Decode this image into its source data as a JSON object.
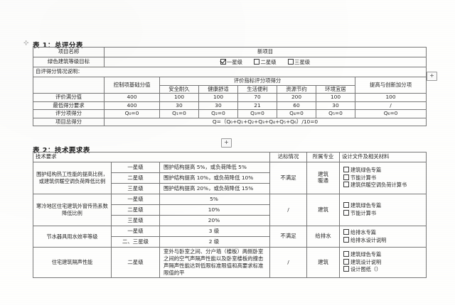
{
  "document": {
    "table1": {
      "title": "表 1：总评分表",
      "rows": {
        "project_name_label": "项目名称",
        "project_name_value": "新项目",
        "grade_goal_label": "绿色建筑等级目标",
        "grade_options": [
          {
            "label": "一星级",
            "checked": true
          },
          {
            "label": "二星级",
            "checked": false
          },
          {
            "label": "三星级",
            "checked": false
          }
        ],
        "self_eval_note": "自评得分情况说明："
      },
      "headers": {
        "control_base": "控制项基础分值",
        "eval_group": "评价指标评分项得分",
        "bonus": "提高与创新加分项",
        "categories": [
          "安全耐久",
          "健康舒适",
          "生活便利",
          "资源节约",
          "环境宜居"
        ]
      },
      "data_rows": [
        {
          "label": "评价满分值",
          "control": "400",
          "values": [
            "100",
            "100",
            "70",
            "200",
            "100"
          ],
          "bonus": "100"
        },
        {
          "label": "最低得分要求",
          "control": "400",
          "values": [
            "30",
            "30",
            "21",
            "60",
            "30"
          ],
          "bonus": "/"
        },
        {
          "label": "评分项得分",
          "control": "Q₀=0",
          "values": [
            "Q₁=0",
            "Q₂=0",
            "Q₃=0",
            "Q₄=0",
            "Q₅=0"
          ],
          "bonus": "Q₆=0"
        }
      ],
      "total_row": {
        "label": "项目总得分",
        "formula": "Q=（Q₀+Q₁+Q₂+Q₃+Q₄+Q₅+Q₆）/10=0"
      }
    },
    "table2": {
      "title": "表 2：技术要求表",
      "headers": {
        "tech_req": "技术要求",
        "status": "达标情况",
        "major": "所属专业",
        "materials": "设计文件及相关材料"
      },
      "groups": [
        {
          "name": "围护结构热工性能的提高比例，或建筑供暖空调负荷降低比例",
          "levels": [
            {
              "star": "一星级",
              "desc": "围护结构提高 5%，或负荷降低 5%"
            },
            {
              "star": "二星级",
              "desc": "围护结构提高 10%，或负荷降低 10%"
            },
            {
              "star": "三星级",
              "desc": "围护结构提高 20%，或负荷降低 15%"
            }
          ],
          "status": "不满足",
          "major": "建筑\n暖通",
          "major_lines": [
            "建筑",
            "暖通"
          ],
          "materials": [
            "建筑绿色专篇",
            "节能计算书",
            "建筑供暖空调负荷计算书"
          ]
        },
        {
          "name": "寒冷地区住宅建筑外窗传热系数降低比例",
          "levels": [
            {
              "star": "一星级",
              "desc": "5%"
            },
            {
              "star": "二星级",
              "desc": "10%"
            },
            {
              "star": "三星级",
              "desc": "20%"
            }
          ],
          "status": "/",
          "major_lines": [
            "建筑"
          ],
          "materials": [
            "建筑绿色专篇",
            "节能计算书"
          ]
        },
        {
          "name": "节水器具用水效率等级",
          "levels": [
            {
              "star": "一星级",
              "desc": "3 级"
            },
            {
              "star": "二、三星级",
              "desc": "2 级"
            }
          ],
          "status": "不满足",
          "major_lines": [
            "给排水"
          ],
          "materials": [
            "给排水专篇",
            "给排水设计说明"
          ]
        },
        {
          "name": "住宅建筑隔声性能",
          "levels": [
            {
              "star": "二星级",
              "desc": "室外与卧室之间、分户墙（楼板）两侧卧室之间的空气声隔声性能以及卧室楼板的撞击声隔声性能达到低限标准限值和高要求标准限值的平"
            }
          ],
          "status": "/",
          "major_lines": [
            "建筑"
          ],
          "materials": [
            "建筑绿色专篇",
            "建筑设计说明",
            "设计图纸（）"
          ]
        }
      ]
    }
  },
  "ui": {
    "table_handle_glyph": "+",
    "anchor_glyph": "⊹"
  }
}
